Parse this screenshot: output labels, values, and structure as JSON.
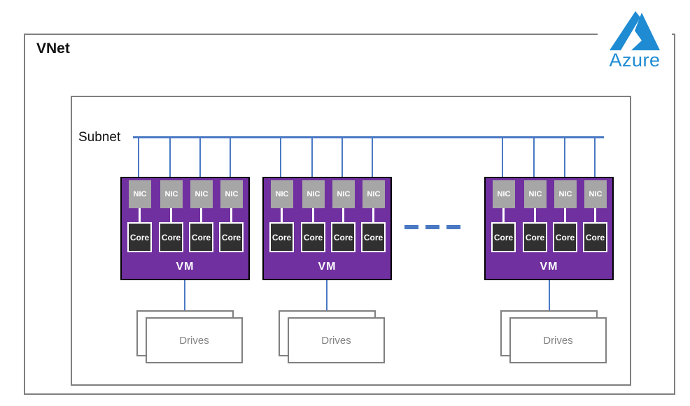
{
  "vnet": {
    "label": "VNet"
  },
  "subnet": {
    "label": "Subnet"
  },
  "azure": {
    "label": "Azure"
  },
  "vms": [
    {
      "label": "VM",
      "nics": [
        "NIC",
        "NIC",
        "NIC",
        "NIC"
      ],
      "cores": [
        "Core",
        "Core",
        "Core",
        "Core"
      ],
      "drives": {
        "label": "Drives"
      }
    },
    {
      "label": "VM",
      "nics": [
        "NIC",
        "NIC",
        "NIC",
        "NIC"
      ],
      "cores": [
        "Core",
        "Core",
        "Core",
        "Core"
      ],
      "drives": {
        "label": "Drives"
      }
    },
    {
      "label": "VM",
      "nics": [
        "NIC",
        "NIC",
        "NIC",
        "NIC"
      ],
      "cores": [
        "Core",
        "Core",
        "Core",
        "Core"
      ],
      "drives": {
        "label": "Drives"
      }
    }
  ],
  "colors": {
    "azure_blue": "#1e8bd3",
    "line_blue": "#4a79c4",
    "vm_purple": "#7030a0",
    "nic_gray": "#a6a6a6",
    "core_dark": "#303030",
    "frame_gray": "#7f7f7f",
    "drives_text_gray": "#808080"
  }
}
